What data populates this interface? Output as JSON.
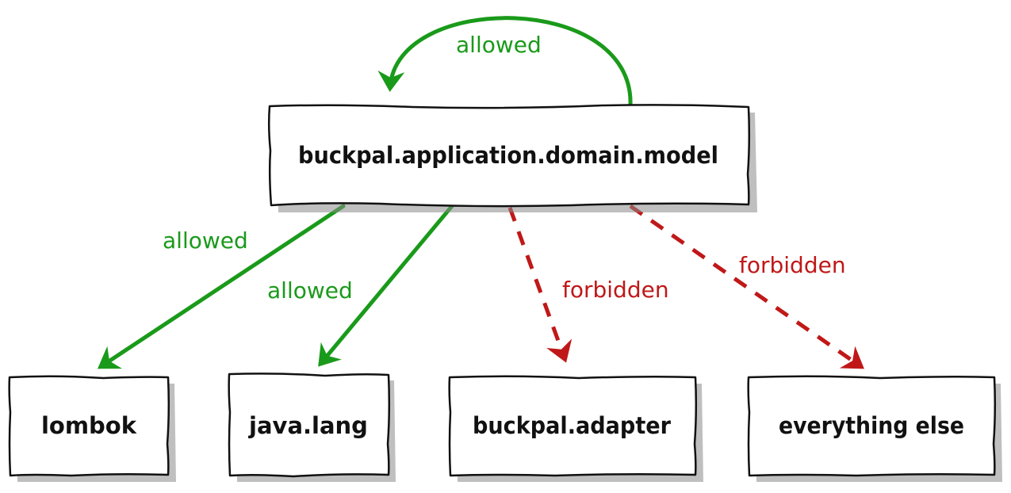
{
  "colors": {
    "allowed": "#1a9a1a",
    "forbidden": "#c01818",
    "box_border": "#111111",
    "box_fill": "#ffffff"
  },
  "nodes": {
    "model": {
      "label": "buckpal.application.domain.model"
    },
    "lombok": {
      "label": "lombok"
    },
    "java_lang": {
      "label": "java.lang"
    },
    "adapter": {
      "label": "buckpal.adapter"
    },
    "everything_else": {
      "label": "everything else"
    }
  },
  "edges": {
    "self_loop": {
      "label": "allowed",
      "status": "allowed"
    },
    "to_lombok": {
      "label": "allowed",
      "status": "allowed"
    },
    "to_java_lang": {
      "label": "allowed",
      "status": "allowed"
    },
    "to_adapter": {
      "label": "forbidden",
      "status": "forbidden"
    },
    "to_everything_else": {
      "label": "forbidden",
      "status": "forbidden"
    }
  }
}
